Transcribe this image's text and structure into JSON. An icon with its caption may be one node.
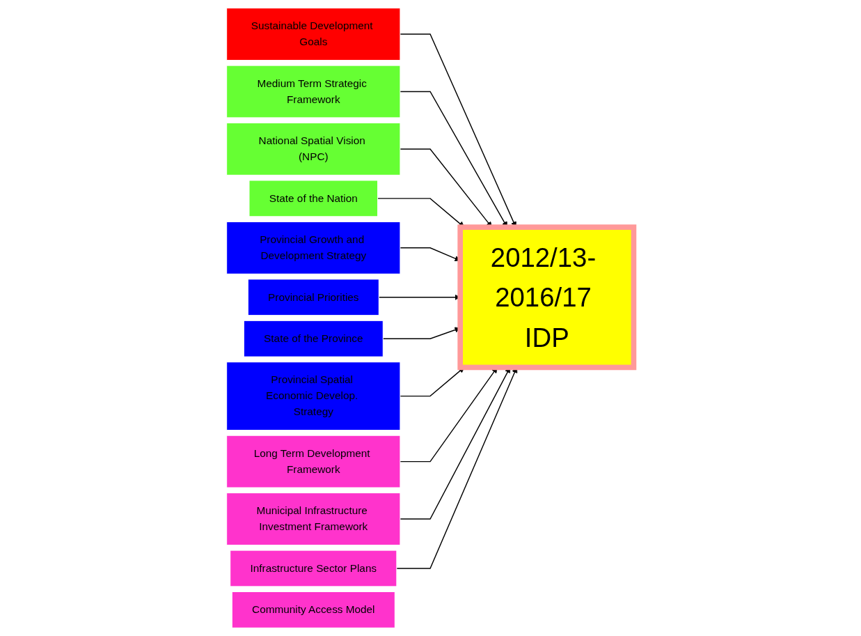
{
  "diagram": {
    "nodes": [
      {
        "text": [
          "Sustainable Development Goals"
        ]
      },
      {
        "text": [
          "Medium Term Strategic Framework"
        ]
      },
      {
        "text": [
          "National Spatial Vision (NPC)"
        ]
      },
      {
        "text": [
          "State of the Nation"
        ]
      },
      {
        "text": [
          "Provincial Growth and Development Strategy"
        ]
      },
      {
        "text": [
          "Provincial Priorities"
        ]
      },
      {
        "text": [
          "State of the Province"
        ]
      },
      {
        "text": [
          "Provincial Spatial Economic Develop. Strategy"
        ]
      },
      {
        "text": [
          "Long Term Development Framework"
        ]
      },
      {
        "text": [
          "Municipal Infrastructure Investment Framework"
        ]
      },
      {
        "text": [
          "Infrastructure Sector Plans"
        ]
      },
      {
        "text": [
          "Community Access Model"
        ]
      },
      {
        "text": [
          "2012/13- 2016/17 IDP"
        ]
      }
    ],
    "edges": [
      {
        "from": 0,
        "to": 12,
        "arrow": "to"
      },
      {
        "from": 1,
        "to": 12,
        "arrow": "to"
      },
      {
        "from": 2,
        "to": 12,
        "arrow": "to"
      },
      {
        "from": 3,
        "to": 12,
        "arrow": "to"
      },
      {
        "from": 4,
        "to": 12,
        "arrow": "to"
      },
      {
        "from": 5,
        "to": 12,
        "arrow": "to"
      },
      {
        "from": 6,
        "to": 12,
        "arrow": "to"
      },
      {
        "from": 7,
        "to": 12,
        "arrow": "to"
      },
      {
        "from": 8,
        "to": 12,
        "arrow": "to"
      },
      {
        "from": 9,
        "to": 12,
        "arrow": "to"
      },
      {
        "from": 10,
        "to": 12,
        "arrow": "to"
      }
    ]
  }
}
